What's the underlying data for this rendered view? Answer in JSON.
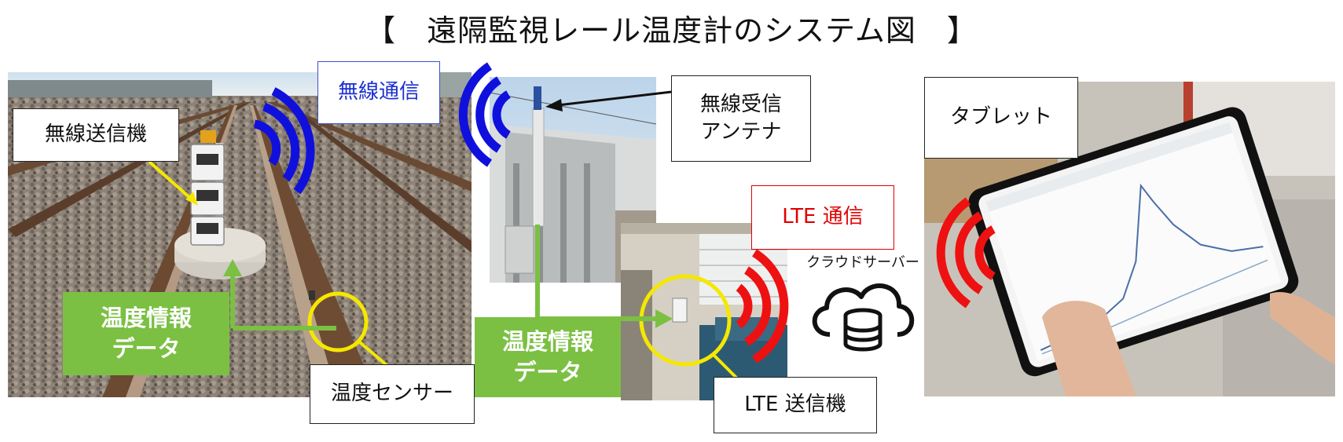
{
  "title": "【　遠隔監視レール温度計のシステム図　】",
  "labels": {
    "wireless_transmitter": "無線送信機",
    "wireless_comm": "無線通信",
    "wireless_antenna_line1": "無線受信",
    "wireless_antenna_line2": "アンテナ",
    "tablet": "タブレット",
    "lte_comm": "LTE 通信",
    "cloud_server": "クラウドサーバー",
    "temp_sensor": "温度センサー",
    "lte_transmitter": "LTE 送信機",
    "temp_data_1_line1": "温度情報",
    "temp_data_1_line2": "データ",
    "temp_data_2_line1": "温度情報",
    "temp_data_2_line2": "データ"
  },
  "colors": {
    "wireless_wave": "#1010dd",
    "lte_wave": "#ee1111",
    "green_box": "#7bc043",
    "highlight_yellow": "#f5e800",
    "lte_label_text": "#e00000",
    "wireless_label_text": "#1a2fd0"
  }
}
